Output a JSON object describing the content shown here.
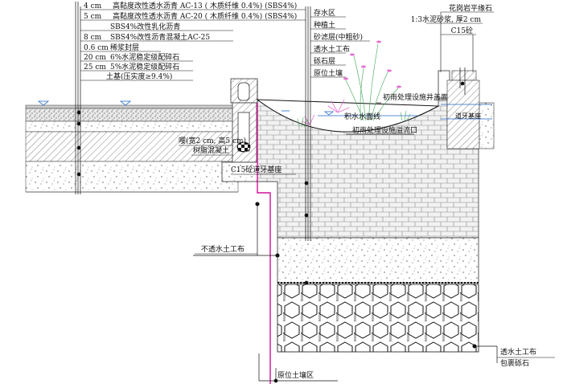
{
  "pavement_layers": [
    {
      "thickness": "4 cm",
      "name": "高黏度改性透水沥青 AC-13 ( 木质纤维 0.4%) (SBS4%)"
    },
    {
      "thickness": "5 cm",
      "name": "高黏度改性透水沥青 AC-20 ( 木质纤维 0.4%) (SBS4%)"
    },
    {
      "thickness": "",
      "name": "SBS4%改性乳化沥青"
    },
    {
      "thickness": "8 cm",
      "name": "SBS4%改性沥青混凝土AC-25"
    },
    {
      "thickness": "0.6 cm",
      "name": "稀浆封层"
    },
    {
      "thickness": "20 cm",
      "name": "6%水泥稳定级配碎石"
    },
    {
      "thickness": "25 cm",
      "name": "5%水泥稳定级配碎石"
    },
    {
      "thickness": "",
      "name": "土基(压实度≥9.4%)"
    }
  ],
  "bio_layers": [
    "存水区",
    "种植土",
    "砂滤层(中粗砂)",
    "透水土工布",
    "砾石层",
    "原位土壤"
  ],
  "curb_labels": [
    "花岗岩平缘石",
    "1:3水泥砂浆, 厚2 cm",
    "C15砼"
  ],
  "annotations": {
    "well_cover": "初雨处理设施井盖面",
    "ponding_level": "积水水面线",
    "overflow": "初雨处理设施溢流口",
    "slot": "嘤(宽2 cm, 高5 cm)",
    "resin_concrete": "树脂混凝土",
    "curb_base": "C15砼道牙基座",
    "impermeable": "不透水土工布",
    "gravel_wrap_1": "透水土工布",
    "gravel_wrap_2": "包裹砾石",
    "in_situ_soil": "原位土壤区",
    "right_mark": "道牙基座"
  },
  "colors": {
    "impermeable_line": "#d0119a",
    "plant": "#e36fcf",
    "grass": "#3aa655",
    "water": "#1f66c9"
  }
}
